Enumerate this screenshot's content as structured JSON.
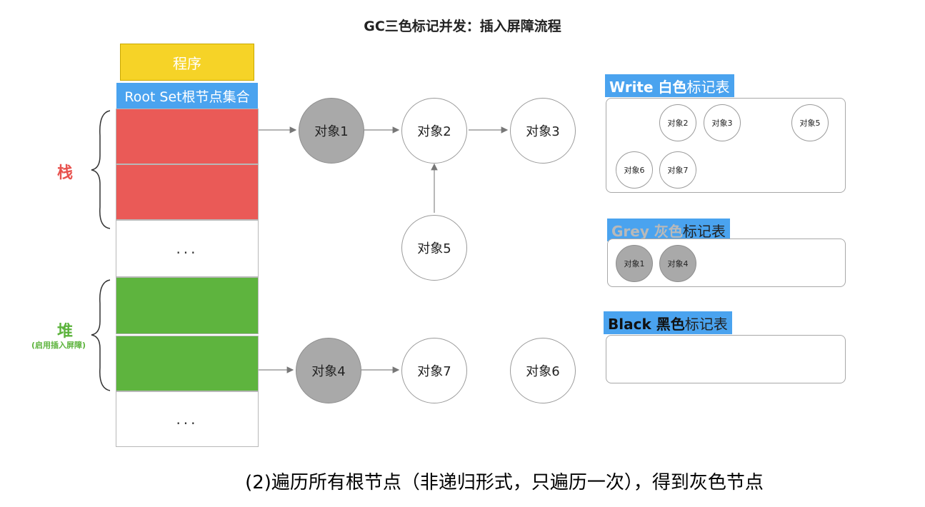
{
  "title": "GC三色标记并发：插入屏障流程",
  "caption": "(2)遍历所有根节点（非递归形式，只遍历一次），得到灰色节点",
  "program_label": "程序",
  "rootset_label": "Root Set根节点集合",
  "stack": {
    "label": "栈",
    "ellipsis": "..."
  },
  "heap": {
    "label": "堆",
    "sublabel": "(启用插入屏障)",
    "ellipsis": "..."
  },
  "graph": {
    "nodes": {
      "obj1": {
        "label": "对象1",
        "state": "grey"
      },
      "obj2": {
        "label": "对象2",
        "state": "white"
      },
      "obj3": {
        "label": "对象3",
        "state": "white"
      },
      "obj5": {
        "label": "对象5",
        "state": "white"
      },
      "obj4": {
        "label": "对象4",
        "state": "grey"
      },
      "obj7": {
        "label": "对象7",
        "state": "white"
      },
      "obj6": {
        "label": "对象6",
        "state": "white"
      }
    }
  },
  "tables": {
    "white": {
      "title_prefix": "Write 白色",
      "title_suffix": "标记表",
      "items": [
        "对象2",
        "对象3",
        "对象5",
        "对象6",
        "对象7"
      ]
    },
    "grey": {
      "title_prefix": "Grey 灰色",
      "title_suffix": "标记表",
      "items": [
        "对象1",
        "对象4"
      ]
    },
    "black": {
      "title_prefix": "Black 黑色",
      "title_suffix": "标记表",
      "items": []
    }
  },
  "colors": {
    "grey_node": "#a9a9a9",
    "accent_blue": "#4aa3ef",
    "stack_red": "#ea5a57",
    "heap_green": "#5eb43e",
    "program_yellow": "#f6d327"
  }
}
